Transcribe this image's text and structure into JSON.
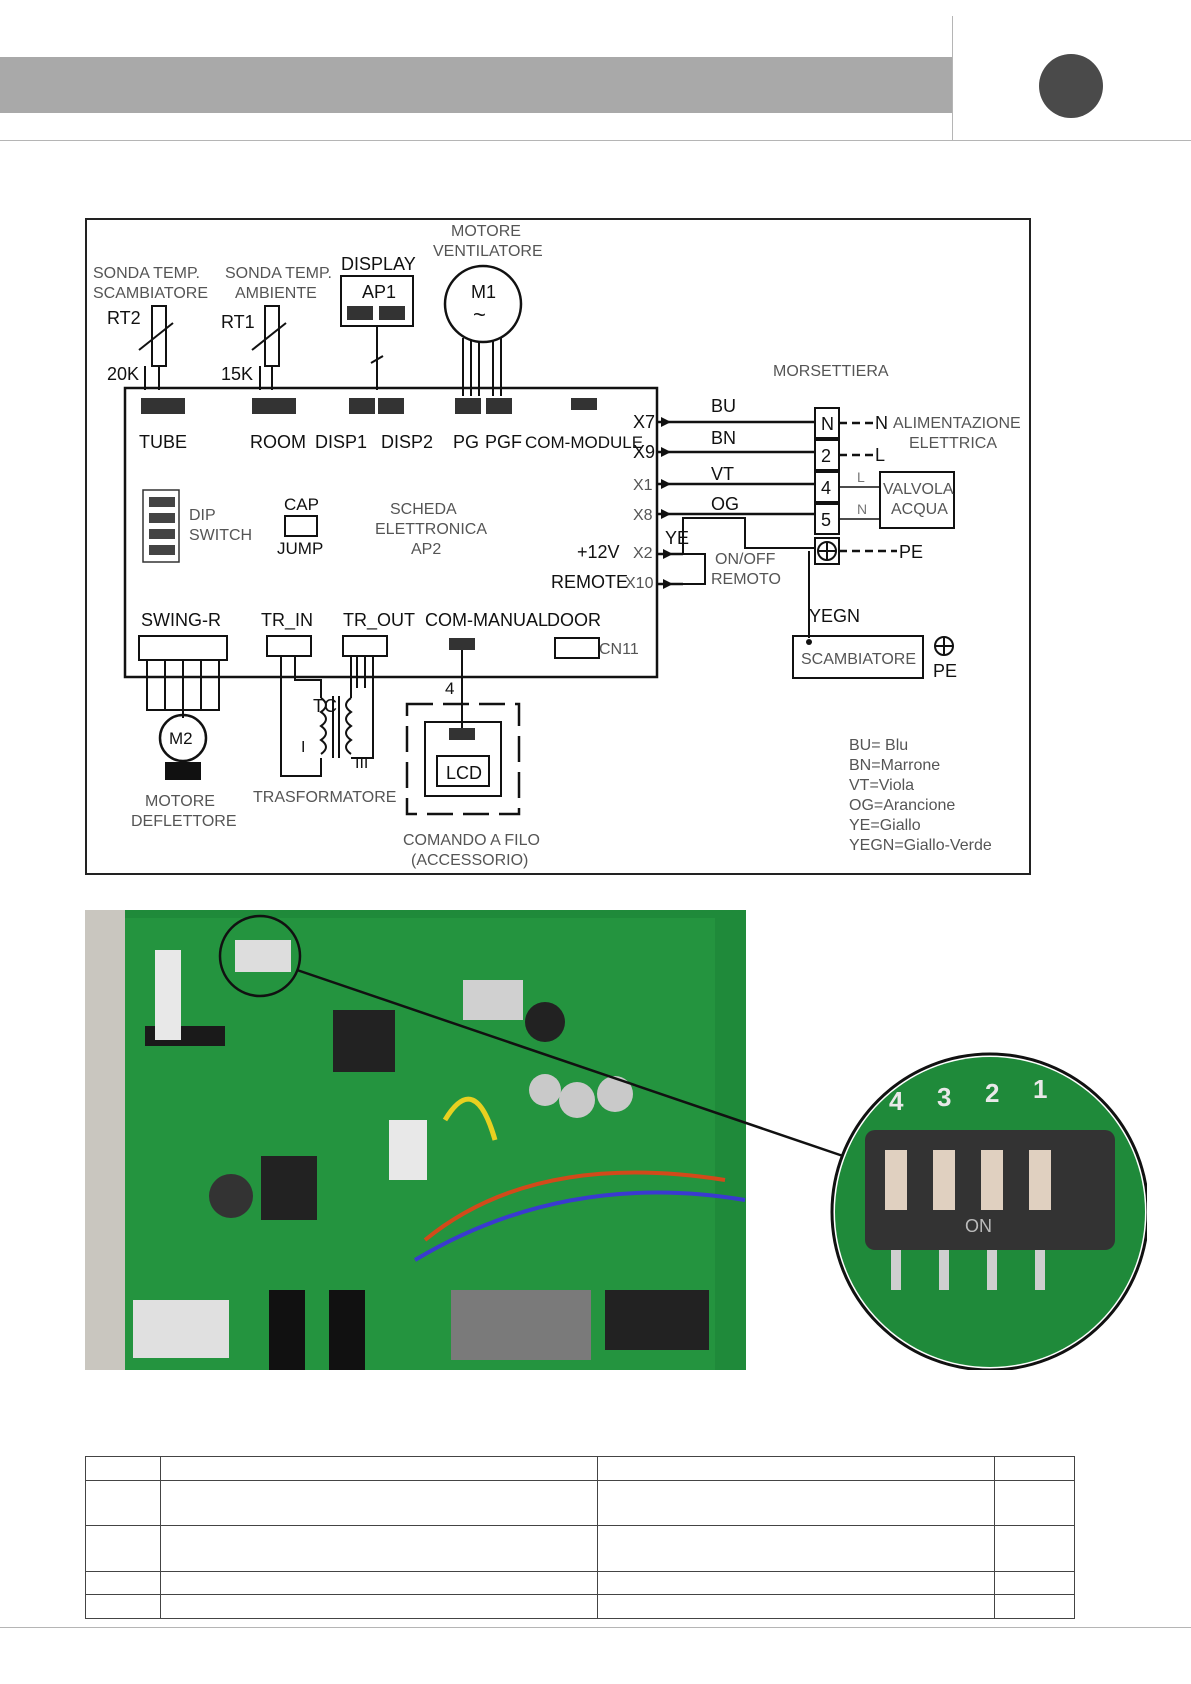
{
  "diagram": {
    "sonda_scambiatore": {
      "line1": "SONDA TEMP.",
      "line2": "SCAMBIATORE",
      "ref": "RT2",
      "value": "20K"
    },
    "sonda_ambiente": {
      "line1": "SONDA TEMP.",
      "line2": "AMBIENTE",
      "ref": "RT1",
      "value": "15K"
    },
    "display": {
      "label": "DISPLAY",
      "ref": "AP1"
    },
    "motore_ventilatore": {
      "line1": "MOTORE",
      "line2": "VENTILATORE",
      "ref": "M1",
      "symbol": "~"
    },
    "board_top_connectors": [
      "TUBE",
      "ROOM",
      "DISP1",
      "DISP2",
      "PG",
      "PGF",
      "COM-MODULE"
    ],
    "dip_switch": {
      "line1": "DIP",
      "line2": "SWITCH"
    },
    "cap_jump": {
      "top": "CAP",
      "bottom": "JUMP"
    },
    "scheda": {
      "line1": "SCHEDA",
      "line2": "ELETTRONICA",
      "line3": "AP2"
    },
    "board_right_pins": [
      "X7",
      "X9",
      "X1",
      "X8",
      "X2",
      "X10"
    ],
    "plus12v": "+12V",
    "remote": "REMOTE",
    "wire_labels": [
      "BU",
      "BN",
      "VT",
      "OG",
      "YE",
      "YEGN"
    ],
    "morsettiera": {
      "label": "MORSETTIERA",
      "terminals": [
        "N",
        "2",
        "4",
        "5"
      ]
    },
    "alimentazione": {
      "line1": "ALIMENTAZIONE",
      "line2": "ELETTRICA",
      "n": "N",
      "l": "L"
    },
    "valvola": {
      "line1": "VALVOLA",
      "line2": "ACQUA",
      "l": "L",
      "n": "N"
    },
    "pe": "PE",
    "onoff": {
      "line1": "ON/OFF",
      "line2": "REMOTO"
    },
    "scambiatore": "SCAMBIATORE",
    "board_bottom_connectors": [
      "SWING-R",
      "TR_IN",
      "TR_OUT",
      "COM-MANUAL",
      "DOOR",
      "CN11"
    ],
    "motore_deflettore": {
      "line1": "MOTORE",
      "line2": "DEFLETTORE",
      "ref": "M2"
    },
    "trasformatore": {
      "label": "TRASFORMATORE",
      "tc": "TC",
      "i": "I",
      "iii": "III"
    },
    "comando_filo": {
      "line1": "COMANDO A FILO",
      "line2": "(ACCESSORIO)",
      "lcd": "LCD",
      "wires": "4"
    },
    "legend": [
      "BU= Blu",
      "BN=Marrone",
      "VT=Viola",
      "OG=Arancione",
      "YE=Giallo",
      "YEGN=Giallo-Verde"
    ]
  },
  "photo": {
    "dip_numbers": [
      "4",
      "3",
      "2",
      "1"
    ],
    "dip_on": "ON"
  },
  "table": {
    "rows": [
      [
        "",
        "",
        "",
        ""
      ],
      [
        "",
        "",
        "",
        ""
      ],
      [
        "",
        "",
        "",
        ""
      ],
      [
        "",
        "",
        "",
        ""
      ],
      [
        "",
        "",
        "",
        ""
      ]
    ]
  },
  "colors": {
    "header_bar": "#a9a9a9",
    "page_circle": "#4a4a4a",
    "pcb_green": "#1f8a3a"
  }
}
